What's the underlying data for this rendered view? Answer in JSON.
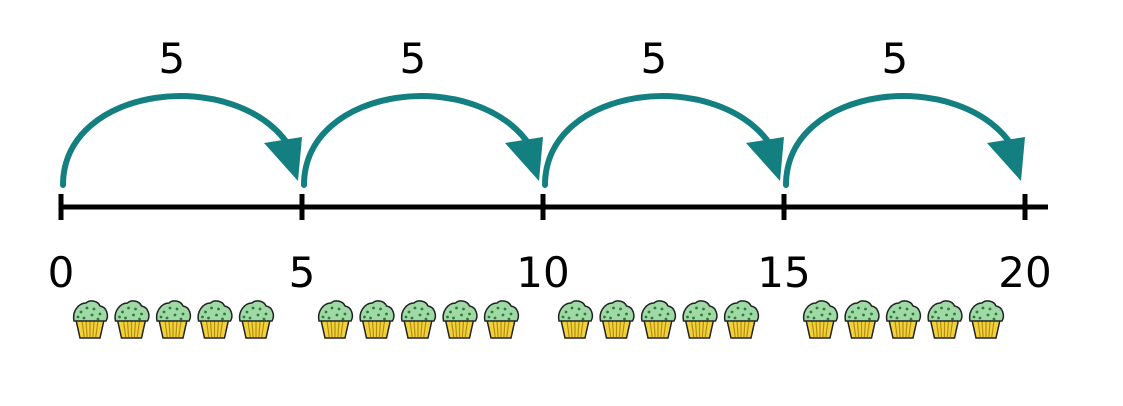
{
  "number_line": {
    "start": 0,
    "end": 20,
    "ticks": [
      {
        "value": 0,
        "label": "0"
      },
      {
        "value": 5,
        "label": "5"
      },
      {
        "value": 10,
        "label": "10"
      },
      {
        "value": 15,
        "label": "15"
      },
      {
        "value": 20,
        "label": "20"
      }
    ],
    "jumps": [
      {
        "from": 0,
        "to": 5,
        "label": "5"
      },
      {
        "from": 5,
        "to": 10,
        "label": "5"
      },
      {
        "from": 10,
        "to": 15,
        "label": "5"
      },
      {
        "from": 15,
        "to": 20,
        "label": "5"
      }
    ],
    "cupcake_groups": [
      5,
      5,
      5,
      5
    ]
  },
  "colors": {
    "arc": "#137f80",
    "line": "#000000",
    "cupcake_frosting": "#9ed9a6",
    "cupcake_frosting_dots": "#2f7a3a",
    "cupcake_wrapper": "#f2d23c",
    "cupcake_wrapper_lines": "#b38e12",
    "outline": "#222222"
  },
  "icons": {
    "cupcake": "cupcake-icon"
  }
}
